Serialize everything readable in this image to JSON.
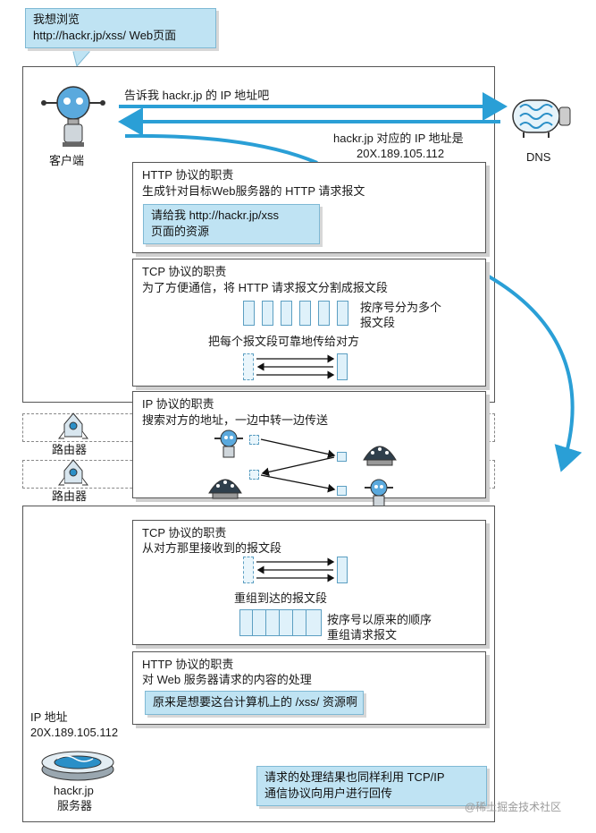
{
  "colors": {
    "accent": "#2a9fd6",
    "bubble": "#bfe3f3",
    "segment": "#dff1fa"
  },
  "intro_bubble": {
    "line1": "我想浏览",
    "line2": "http://hackr.jp/xss/ Web页面"
  },
  "client": {
    "label": "客户端",
    "icon": "robot-icon"
  },
  "dns": {
    "label": "DNS",
    "icon": "dns-server-icon",
    "query": "告诉我 hackr.jp 的 IP 地址吧",
    "reply_line1": "hackr.jp 对应的 IP 地址是",
    "reply_line2": "20X.189.105.112"
  },
  "http_client": {
    "title": "HTTP 协议的职责",
    "desc": "生成针对目标Web服务器的 HTTP 请求报文",
    "bubble_line1": "请给我 http://hackr.jp/xss",
    "bubble_line2": "页面的资源"
  },
  "tcp_client": {
    "title": "TCP 协议的职责",
    "desc": "为了方便通信，将 HTTP 请求报文分割成报文段",
    "note_line1": "按序号分为多个",
    "note_line2": "报文段",
    "note2": "把每个报文段可靠地传给对方"
  },
  "ip": {
    "title": "IP 协议的职责",
    "desc": "搜索对方的地址，一边中转一边传送"
  },
  "routers": [
    {
      "label": "路由器",
      "icon": "router-icon"
    },
    {
      "label": "路由器",
      "icon": "router-icon"
    }
  ],
  "tcp_server": {
    "title": "TCP 协议的职责",
    "desc": "从对方那里接收到的报文段",
    "note1": "重组到达的报文段",
    "note2_line1": "按序号以原来的顺序",
    "note2_line2": "重组请求报文"
  },
  "http_server": {
    "title": "HTTP 协议的职责",
    "desc": "对 Web 服务器请求的内容的处理",
    "bubble": "原来是想要这台计算机上的 /xss/ 资源啊"
  },
  "server": {
    "ip_label": "IP 地址",
    "ip_value": "20X.189.105.112",
    "name_line1": "hackr.jp",
    "name_line2": "服务器",
    "icon": "server-icon"
  },
  "result_bubble": {
    "line1": "请求的处理结果也同样利用 TCP/IP",
    "line2": "通信协议向用户进行回传"
  },
  "watermark": "@稀土掘金技术社区"
}
